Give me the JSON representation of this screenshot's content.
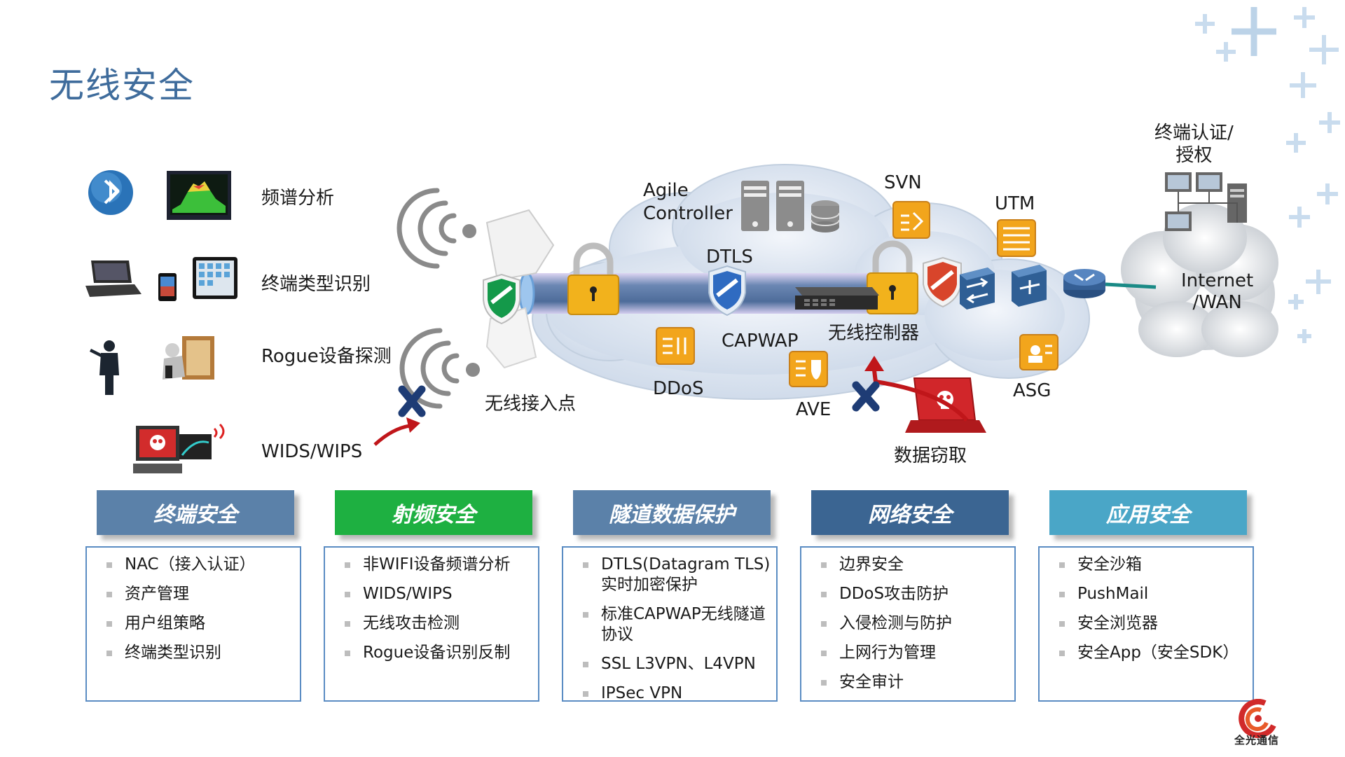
{
  "page": {
    "title": "无线安全",
    "brand_name": "全光通信",
    "colors": {
      "title": "#3f6c9c",
      "accent_blue": "#4f7fb0",
      "box_border": "#5a8cc3"
    }
  },
  "features": [
    {
      "label": "频谱分析",
      "icon": "spectrum-analyzer-icon"
    },
    {
      "label": "终端类型识别",
      "icon": "laptop-phone-tablet-icon"
    },
    {
      "label": "Rogue设备探测",
      "icon": "rogue-person-icon"
    },
    {
      "label": "WIDS/WIPS",
      "icon": "alert-monitor-icon"
    }
  ],
  "diagram": {
    "access_point": "无线接入点",
    "agile_controller": "Agile\nController",
    "dtls": "DTLS",
    "capwap": "CAPWAP",
    "wireless_controller": "无线控制器",
    "svn": "SVN",
    "utm": "UTM",
    "ddos": "DDoS",
    "ave": "AVE",
    "asg": "ASG",
    "data_theft": "数据窃取",
    "terminal_auth": "终端认证/\n授权",
    "internet": "Internet\n/WAN"
  },
  "categories": [
    {
      "title": "终端安全",
      "color": "#5b81a9",
      "items": [
        "NAC（接入认证）",
        "资产管理",
        "用户组策略",
        "终端类型识别"
      ]
    },
    {
      "title": "射频安全",
      "color": "#1eb041",
      "items": [
        "非WIFI设备频谱分析",
        "WIDS/WIPS",
        "无线攻击检测",
        "Rogue设备识别反制"
      ]
    },
    {
      "title": "隧道数据保护",
      "color": "#5b81a9",
      "items": [
        "DTLS(Datagram TLS)\n实时加密保护",
        "标准CAPWAP无线隧道\n协议",
        "SSL L3VPN、L4VPN",
        "IPSec VPN"
      ]
    },
    {
      "title": "网络安全",
      "color": "#3b6592",
      "items": [
        "边界安全",
        "DDoS攻击防护",
        "入侵检测与防护",
        "上网行为管理",
        "安全审计"
      ]
    },
    {
      "title": "应用安全",
      "color": "#4aa6c7",
      "items": [
        "安全沙箱",
        "PushMail",
        "安全浏览器",
        "安全App（安全SDK）"
      ]
    }
  ]
}
